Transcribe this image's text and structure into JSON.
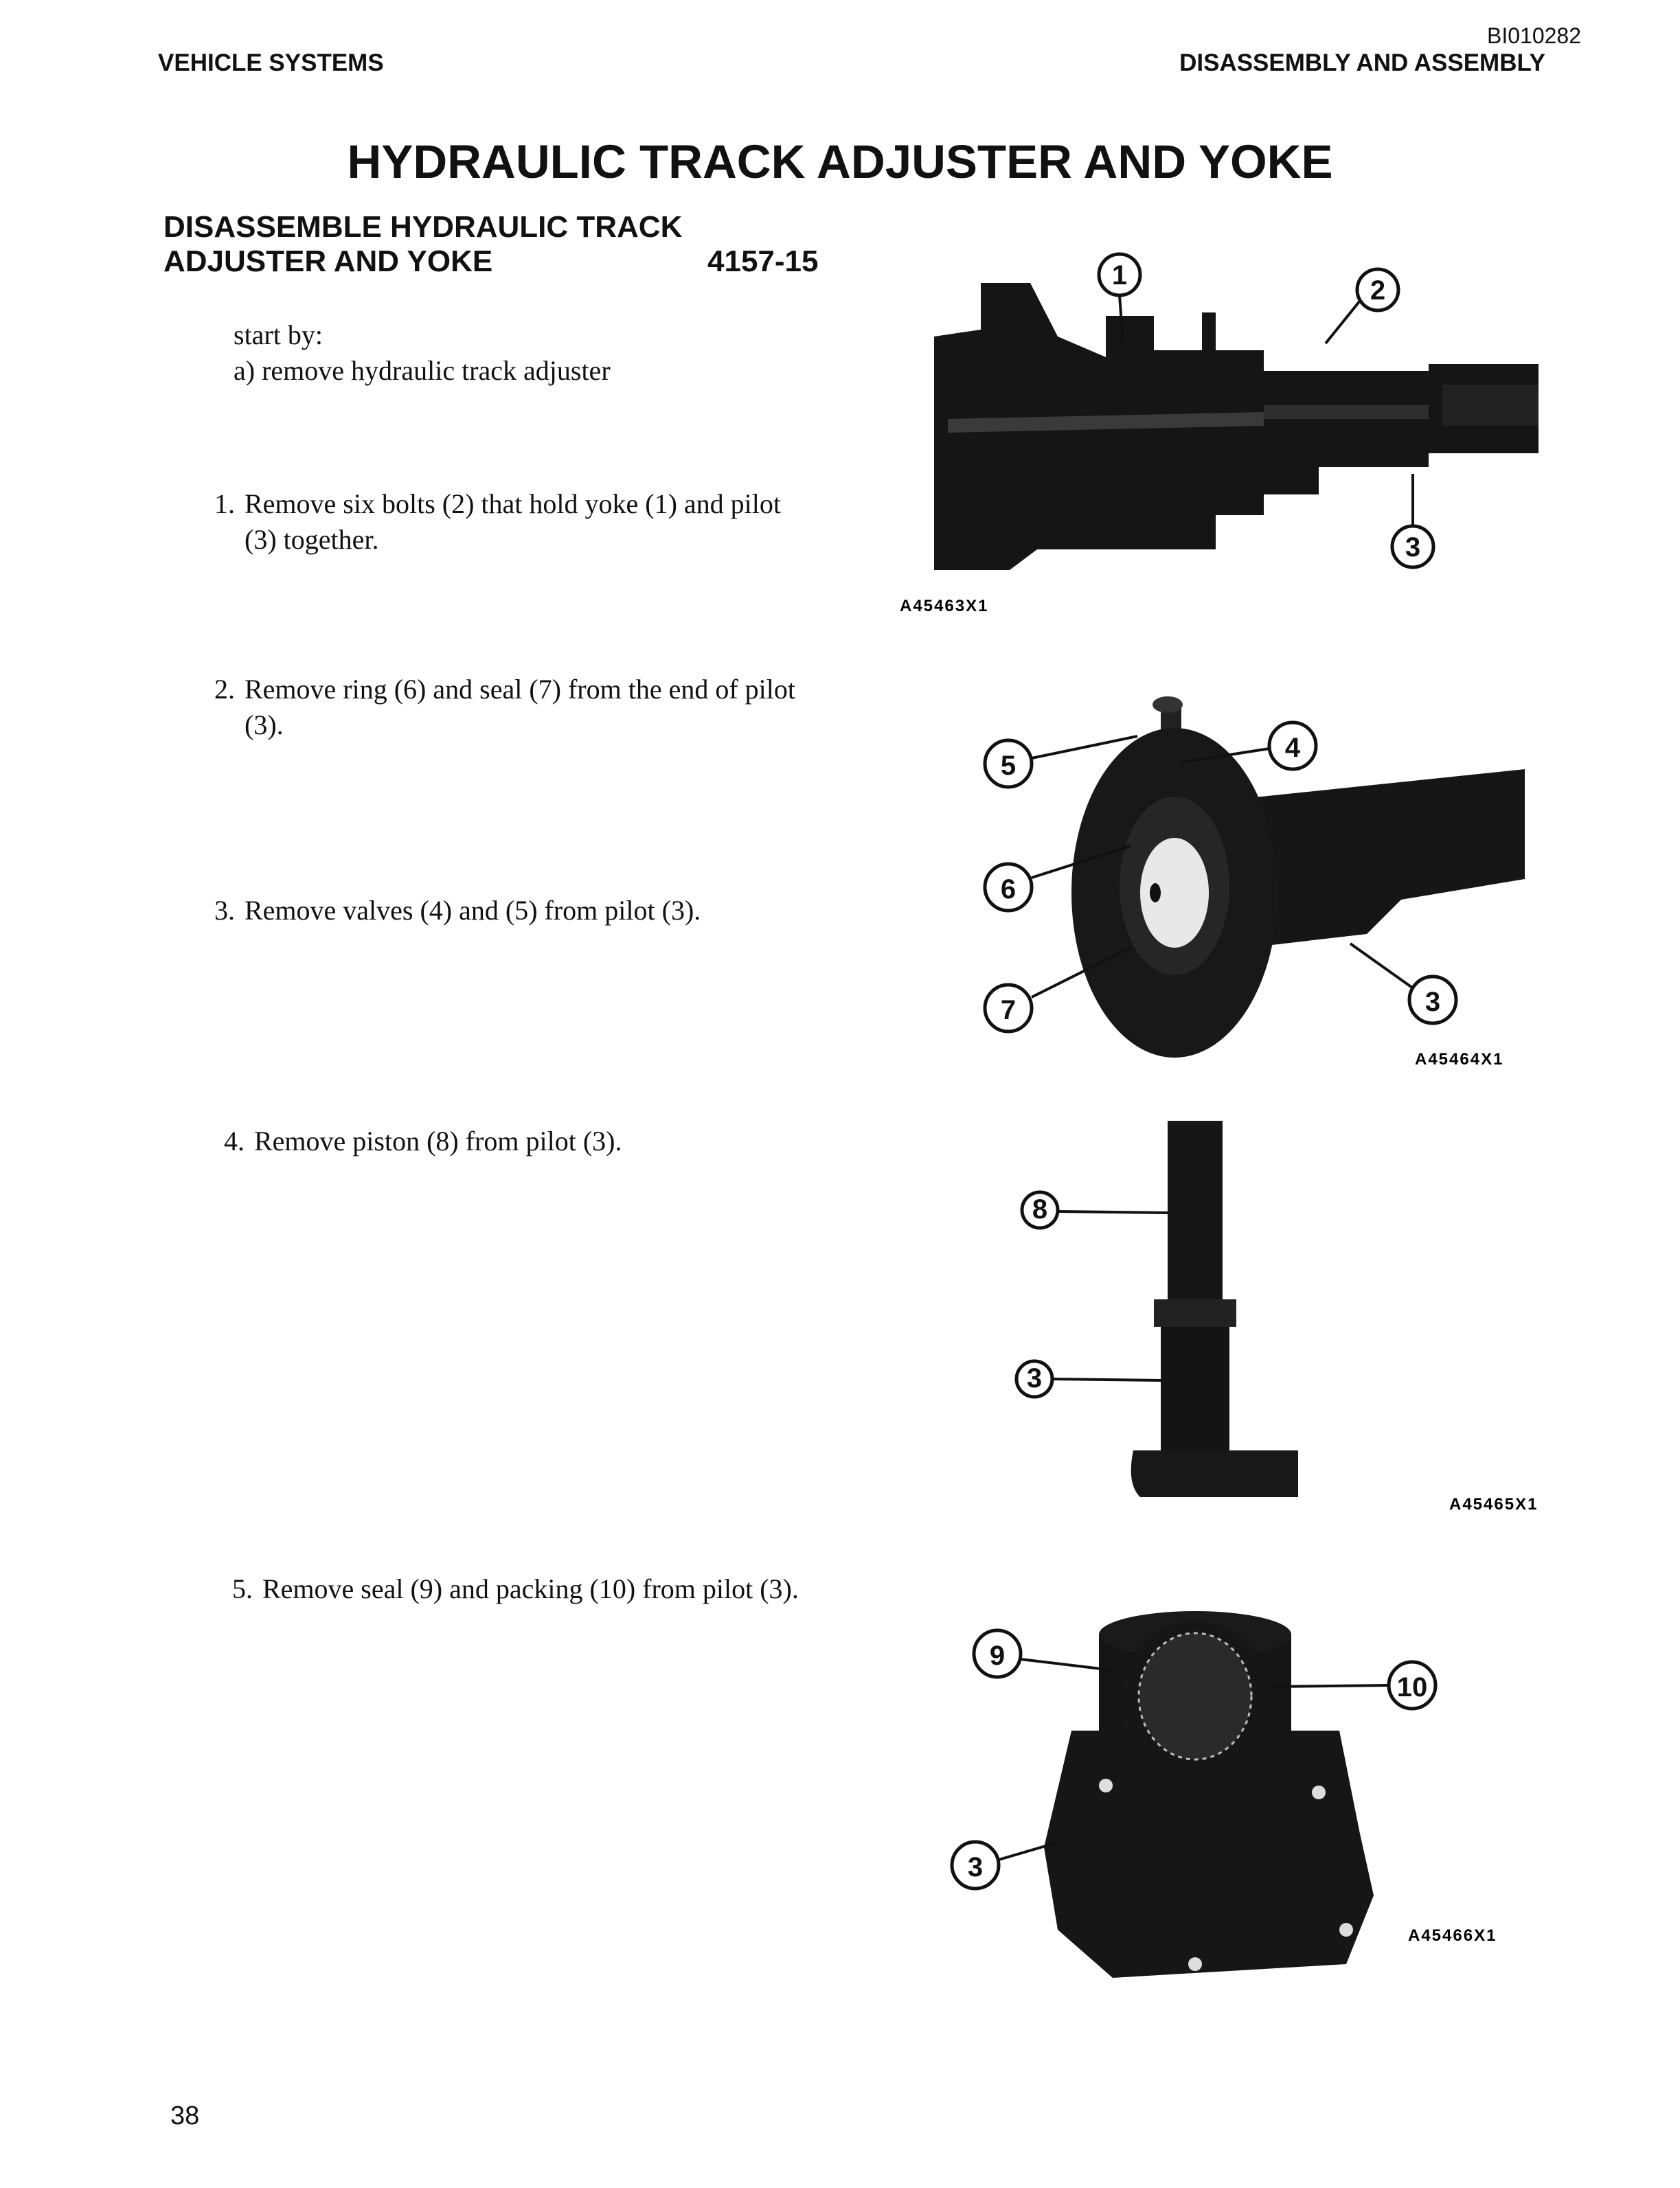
{
  "header": {
    "doc_id": "BI010282",
    "left": "VEHICLE SYSTEMS",
    "right": "DISASSEMBLY AND ASSEMBLY"
  },
  "title": "HYDRAULIC TRACK ADJUSTER AND YOKE",
  "section": {
    "title_line1": "DISASSEMBLE HYDRAULIC TRACK",
    "title_line2": "ADJUSTER AND YOKE",
    "code": "4157-15"
  },
  "start_by": {
    "label": "start by:",
    "item": "a)  remove hydraulic track adjuster"
  },
  "steps": [
    {
      "num": "1.",
      "line1": "Remove six bolts (2) that hold yoke (1) and pilot",
      "line2": "(3) together."
    },
    {
      "num": "2.",
      "line1": "Remove ring (6) and seal (7) from the end of pilot",
      "line2": "(3)."
    },
    {
      "num": "3.",
      "line1": "Remove valves (4) and (5) from pilot (3).",
      "line2": ""
    },
    {
      "num": "4.",
      "line1": "Remove piston (8) from pilot (3).",
      "line2": ""
    },
    {
      "num": "5.",
      "line1": "Remove seal (9) and packing (10) from pilot (3).",
      "line2": ""
    }
  ],
  "figures": [
    {
      "id": "A45463X1",
      "callouts": [
        "1",
        "2",
        "3"
      ]
    },
    {
      "id": "A45464X1",
      "callouts": [
        "5",
        "4",
        "6",
        "7",
        "3"
      ]
    },
    {
      "id": "A45465X1",
      "callouts": [
        "8",
        "3"
      ]
    },
    {
      "id": "A45466X1",
      "callouts": [
        "9",
        "10",
        "3"
      ]
    }
  ],
  "page_number": "38"
}
